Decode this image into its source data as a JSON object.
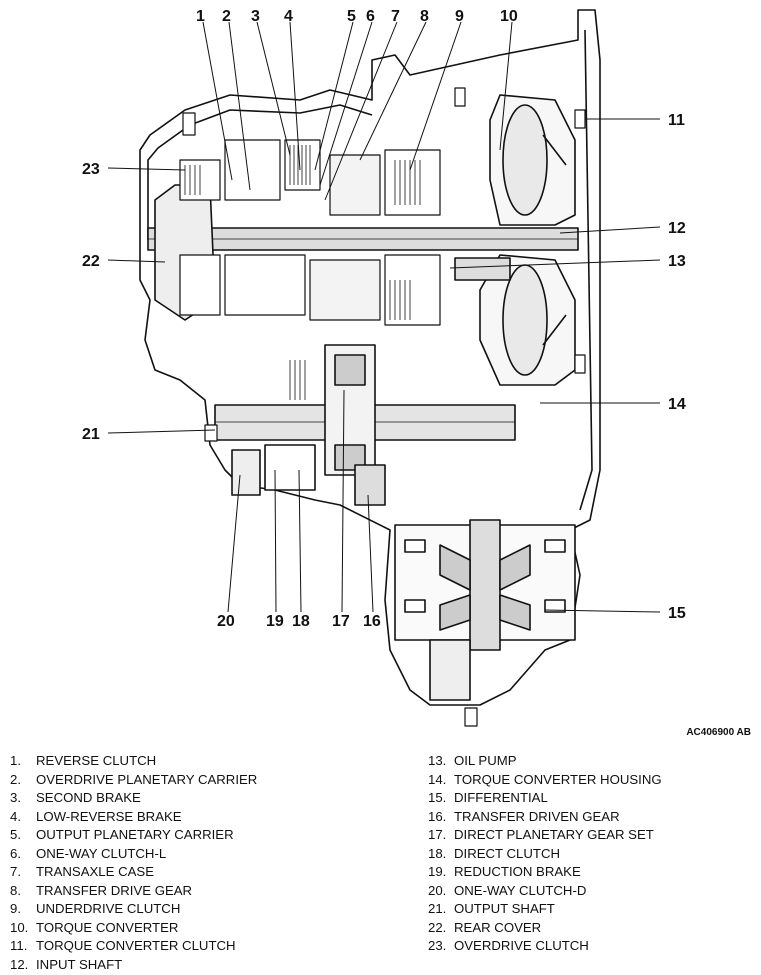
{
  "figure_code": "AC406900 AB",
  "callouts": [
    "1",
    "2",
    "3",
    "4",
    "5",
    "6",
    "7",
    "8",
    "9",
    "10",
    "11",
    "12",
    "13",
    "14",
    "15",
    "16",
    "17",
    "18",
    "19",
    "20",
    "21",
    "22",
    "23"
  ],
  "legend_left": [
    {
      "num": "1.",
      "label": "REVERSE CLUTCH"
    },
    {
      "num": "2.",
      "label": "OVERDRIVE PLANETARY CARRIER"
    },
    {
      "num": "3.",
      "label": "SECOND BRAKE"
    },
    {
      "num": "4.",
      "label": "LOW-REVERSE BRAKE"
    },
    {
      "num": "5.",
      "label": "OUTPUT PLANETARY CARRIER"
    },
    {
      "num": "6.",
      "label": "ONE-WAY CLUTCH-L"
    },
    {
      "num": "7.",
      "label": "TRANSAXLE CASE"
    },
    {
      "num": "8.",
      "label": "TRANSFER DRIVE GEAR"
    },
    {
      "num": "9.",
      "label": "UNDERDRIVE CLUTCH"
    },
    {
      "num": "10.",
      "label": "TORQUE CONVERTER"
    },
    {
      "num": "11.",
      "label": "TORQUE CONVERTER CLUTCH"
    },
    {
      "num": "12.",
      "label": "INPUT SHAFT"
    }
  ],
  "legend_right": [
    {
      "num": "13.",
      "label": "OIL PUMP"
    },
    {
      "num": "14.",
      "label": "TORQUE CONVERTER HOUSING"
    },
    {
      "num": "15.",
      "label": "DIFFERENTIAL"
    },
    {
      "num": "16.",
      "label": "TRANSFER DRIVEN GEAR"
    },
    {
      "num": "17.",
      "label": "DIRECT PLANETARY GEAR SET"
    },
    {
      "num": "18.",
      "label": "DIRECT CLUTCH"
    },
    {
      "num": "19.",
      "label": "REDUCTION BRAKE"
    },
    {
      "num": "20.",
      "label": "ONE-WAY CLUTCH-D"
    },
    {
      "num": "21.",
      "label": "OUTPUT SHAFT"
    },
    {
      "num": "22.",
      "label": "REAR COVER"
    },
    {
      "num": "23.",
      "label": "OVERDRIVE CLUTCH"
    }
  ]
}
